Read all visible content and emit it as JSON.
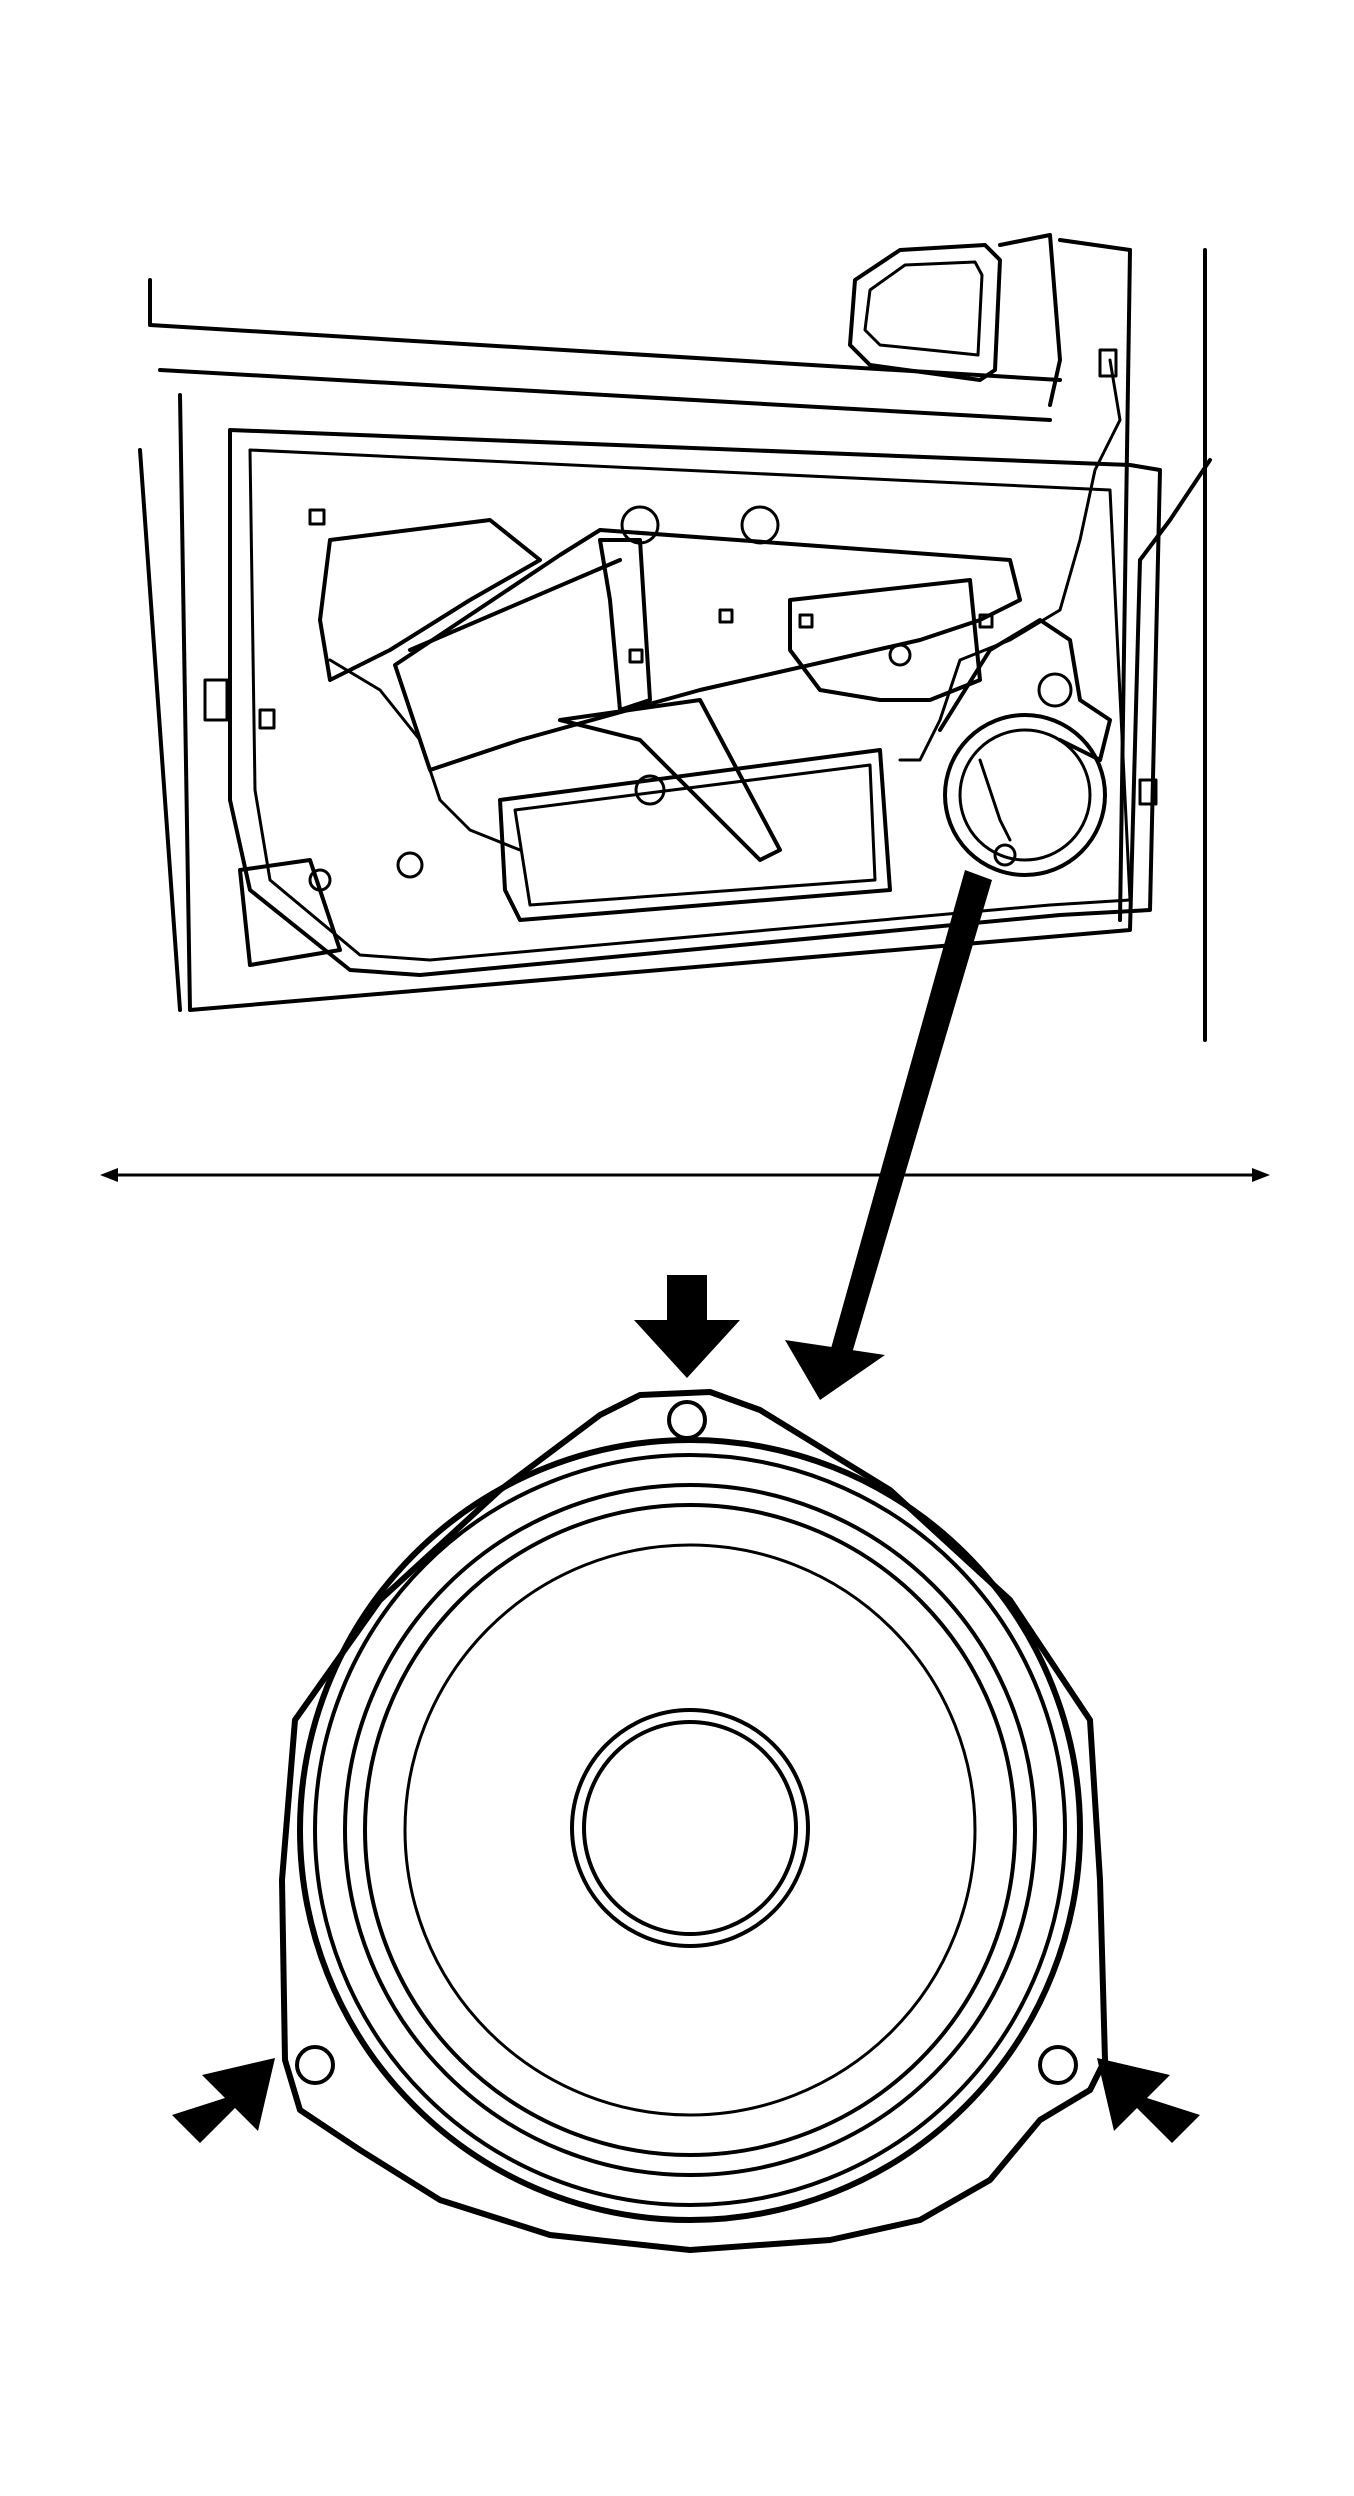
{
  "figure": {
    "panels": [
      {
        "part": "door-panel-view",
        "icon": "door-inner-panel-illustration"
      },
      {
        "part": "speaker-view",
        "icon": "loudspeaker-illustration"
      }
    ],
    "fastener_count": 3,
    "colors": {
      "line": "#000000",
      "background": "#ffffff"
    }
  }
}
